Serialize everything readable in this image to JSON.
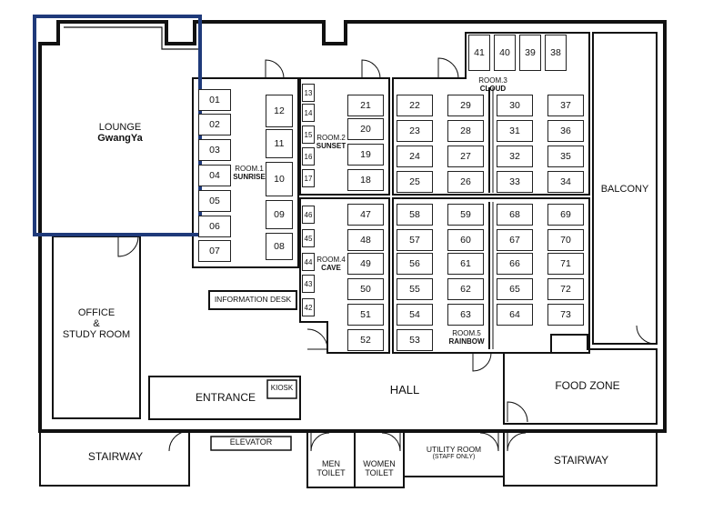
{
  "rooms": {
    "lounge": {
      "name": "LOUNGE",
      "sub": "GwangYa"
    },
    "room1": {
      "name": "ROOM.1",
      "sub": "SUNRISE",
      "seats": [
        "01",
        "02",
        "03",
        "04",
        "05",
        "06",
        "07",
        "12",
        "11",
        "10",
        "09",
        "08"
      ]
    },
    "room2": {
      "name": "ROOM.2",
      "sub": "SUNSET",
      "seats": [
        "13",
        "14",
        "15",
        "16",
        "17",
        "21",
        "20",
        "19",
        "18"
      ]
    },
    "room3": {
      "name": "ROOM.3",
      "sub": "CLOUD",
      "seats": [
        "41",
        "40",
        "39",
        "38",
        "22",
        "23",
        "24",
        "25",
        "29",
        "28",
        "27",
        "26",
        "30",
        "31",
        "32",
        "33",
        "37",
        "36",
        "35",
        "34"
      ]
    },
    "room4": {
      "name": "ROOM.4",
      "sub": "CAVE",
      "seats": [
        "46",
        "45",
        "44",
        "43",
        "42",
        "47",
        "48",
        "49",
        "50",
        "51",
        "52"
      ]
    },
    "room5": {
      "name": "ROOM.5",
      "sub": "RAINBOW",
      "seats": [
        "58",
        "57",
        "56",
        "55",
        "54",
        "53",
        "59",
        "60",
        "61",
        "62",
        "63",
        "68",
        "67",
        "66",
        "65",
        "64",
        "69",
        "70",
        "71",
        "72",
        "73"
      ]
    }
  },
  "areas": {
    "office": [
      "OFFICE",
      "&",
      "STUDY ROOM"
    ],
    "information_desk": "INFORMATION DESK",
    "entrance": "ENTRANCE",
    "kiosk": "KIOSK",
    "hall": "HALL",
    "balcony": "BALCONY",
    "food_zone": "FOOD ZONE",
    "stairway_left": "STAIRWAY",
    "stairway_right": "STAIRWAY",
    "elevator": "ELEVATOR",
    "men_toilet": [
      "MEN",
      "TOILET"
    ],
    "women_toilet": [
      "WOMEN",
      "TOILET"
    ],
    "utility_room": [
      "UTILITY ROOM",
      "(STAFF ONLY)"
    ]
  },
  "highlight": {
    "target": "lounge",
    "color": "#1f3a7a"
  }
}
